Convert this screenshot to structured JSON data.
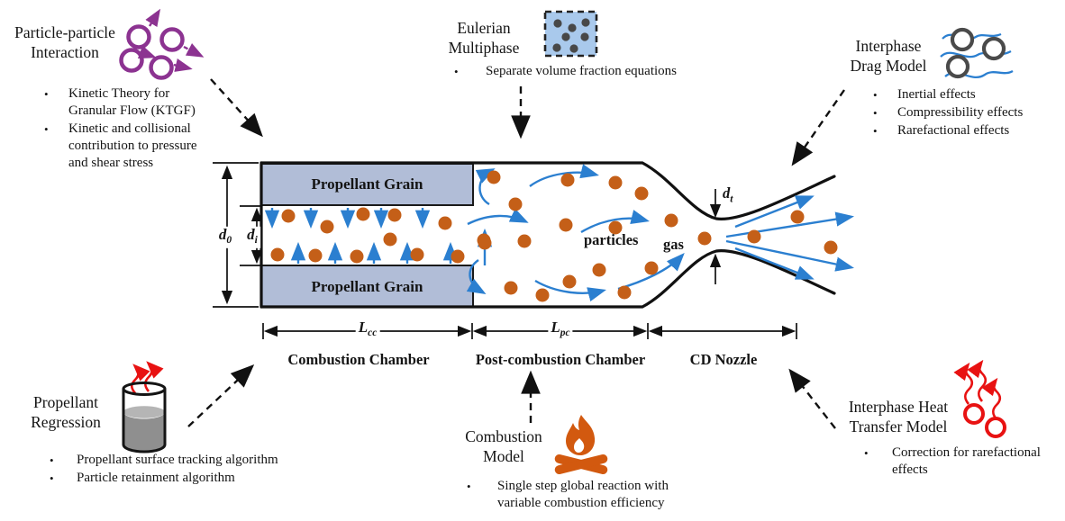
{
  "colors": {
    "particle_orange": "#C45F18",
    "flow_blue": "#2B7FD0",
    "grain_fill": "#B1BDD7",
    "interaction_purple": "#8C3391",
    "heat_red": "#E81212",
    "fire_orange": "#D2590F",
    "eulerian_cell_fill": "#A9C9EC",
    "ink": "#111111"
  },
  "callouts": {
    "particle_interaction": {
      "title_line1": "Particle-particle",
      "title_line2": "Interaction",
      "icon": "particle-interaction-icon",
      "bullets": [
        "Kinetic Theory for Granular Flow (KTGF)",
        "Kinetic and collisional contribution to pressure and shear stress"
      ]
    },
    "eulerian_multiphase": {
      "title_line1": "Eulerian",
      "title_line2": "Multiphase",
      "icon": "eulerian-cell-icon",
      "bullets": [
        "Separate volume fraction equations"
      ]
    },
    "interphase_drag": {
      "title_line1": "Interphase",
      "title_line2": "Drag Model",
      "icon": "drag-flow-icon",
      "bullets": [
        "Inertial effects",
        "Compressibility effects",
        "Rarefactional effects"
      ]
    },
    "propellant_regression": {
      "title_line1": "Propellant",
      "title_line2": "Regression",
      "icon": "regression-beaker-icon",
      "bullets": [
        "Propellant surface tracking algorithm",
        "Particle retainment algorithm"
      ]
    },
    "combustion_model": {
      "title_line1": "Combustion",
      "title_line2": "Model",
      "icon": "campfire-icon",
      "bullets": [
        "Single step global reaction with variable combustion efficiency"
      ]
    },
    "interphase_heat": {
      "title_line1": "Interphase Heat",
      "title_line2": "Transfer Model",
      "icon": "heat-transfer-icon",
      "bullets": [
        "Correction for rarefactional effects"
      ]
    }
  },
  "diagram": {
    "grain_label": "Propellant Grain",
    "particles_label": "particles",
    "gas_label": "gas",
    "dimensions": {
      "outer_diameter": {
        "base": "d",
        "sub": "0"
      },
      "inner_diameter": {
        "base": "d",
        "sub": "i"
      },
      "throat_diameter": {
        "base": "d",
        "sub": "t"
      },
      "chamber_length": {
        "base": "L",
        "sub": "cc"
      },
      "post_chamber_length": {
        "base": "L",
        "sub": "pc"
      }
    },
    "sections": {
      "combustion_chamber": "Combustion Chamber",
      "post_combustion_chamber": "Post-combustion Chamber",
      "cd_nozzle": "CD Nozzle"
    }
  }
}
